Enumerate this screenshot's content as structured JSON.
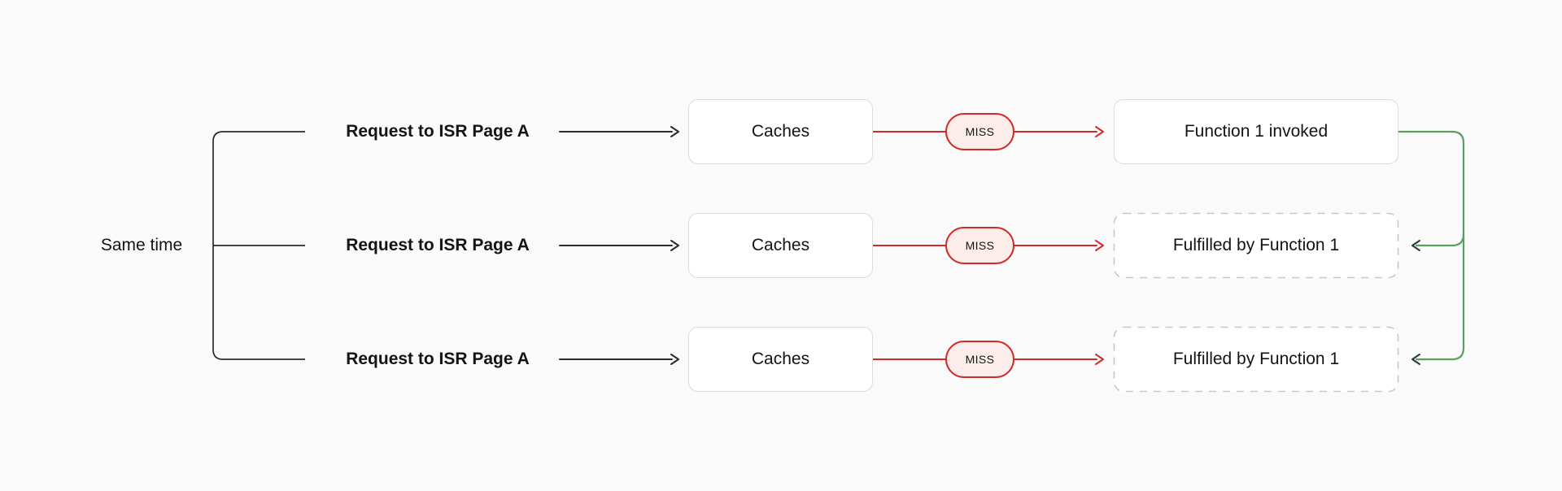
{
  "colors": {
    "background": "#FAFAFA",
    "node_fill": "#FFFFFF",
    "node_border": "#DCDCDC",
    "dashed_border": "#C7C7C7",
    "line": "#2B2B2B",
    "text": "#141414",
    "red": "#D02C2C",
    "red_fill": "#FCECEA",
    "green": "#57A05F",
    "arrowhead": "#333333"
  },
  "diagram": {
    "same_time_label": "Same time",
    "rows": [
      {
        "request": "Request to ISR Page A",
        "cache": "Caches",
        "status": "MISS",
        "result": "Function 1 invoked",
        "result_style": "solid"
      },
      {
        "request": "Request to ISR Page A",
        "cache": "Caches",
        "status": "MISS",
        "result": "Fulfilled by Function 1",
        "result_style": "dashed"
      },
      {
        "request": "Request to ISR Page A",
        "cache": "Caches",
        "status": "MISS",
        "result": "Fulfilled by Function 1",
        "result_style": "dashed"
      }
    ]
  }
}
